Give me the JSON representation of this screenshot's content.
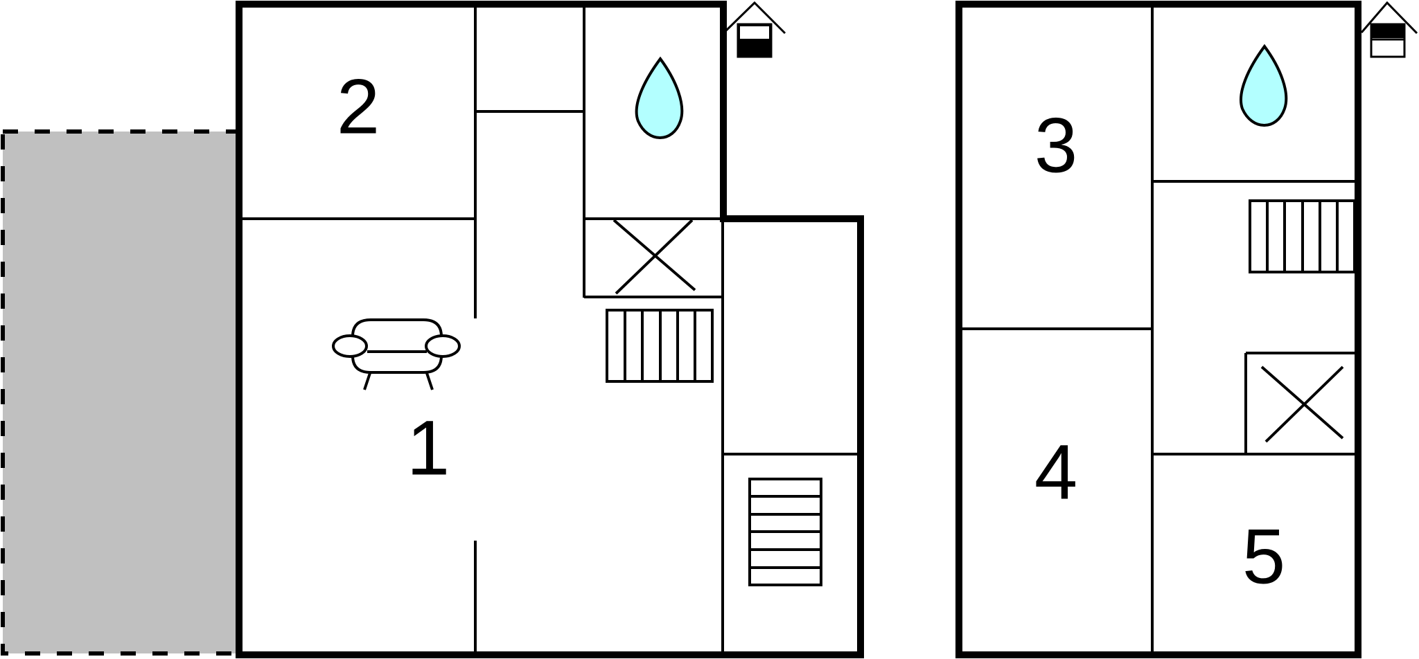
{
  "floor_plan": {
    "colors": {
      "wall": "#000000",
      "water": "#b3ffff",
      "terrace": "#c0c0c0",
      "background": "#ffffff"
    },
    "rooms": [
      {
        "id": "room-1",
        "label": "1"
      },
      {
        "id": "room-2",
        "label": "2"
      },
      {
        "id": "room-3",
        "label": "3"
      },
      {
        "id": "room-4",
        "label": "4"
      },
      {
        "id": "room-5",
        "label": "5"
      }
    ],
    "symbols": [
      "sofa-icon",
      "water-drop-icon",
      "radiator-icon",
      "cross-icon",
      "house-floor-icon"
    ]
  }
}
